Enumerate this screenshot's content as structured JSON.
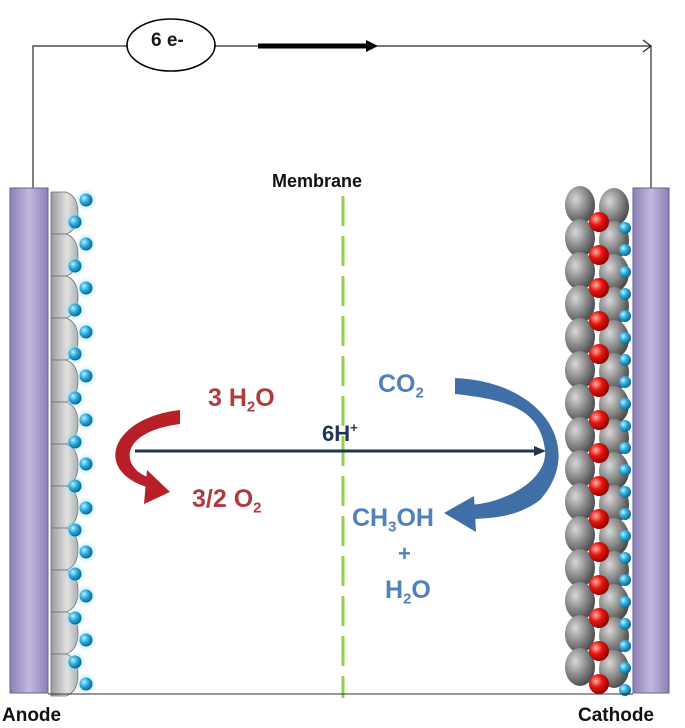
{
  "labels": {
    "electrons": "6 e-",
    "membrane": "Membrane",
    "anode": "Anode",
    "cathode": "Cathode",
    "protons": "6H",
    "protons_charge": "+"
  },
  "reactions": {
    "anode_reactant": {
      "coef": "3 H",
      "sub": "2",
      "tail": "O"
    },
    "anode_product": {
      "coef": "3/2 O",
      "sub": "2"
    },
    "cathode_reactant": {
      "coef": "CO",
      "sub": "2"
    },
    "cathode_product_1": {
      "coef": "CH",
      "sub": "3",
      "tail": "OH"
    },
    "plus": "+",
    "cathode_product_2": {
      "coef": "H",
      "sub": "2",
      "tail": "O"
    }
  },
  "colors": {
    "electrode": "#a89cc8",
    "anode_reaction": "#b23a3e",
    "cathode_reaction": "#4f81bd",
    "proton_arrow": "#1f3552",
    "membrane": "#92d050",
    "ion": "#2eaee0",
    "catalyst_red": "#e8140f",
    "catalyst_gray": "#8a8a8a"
  }
}
